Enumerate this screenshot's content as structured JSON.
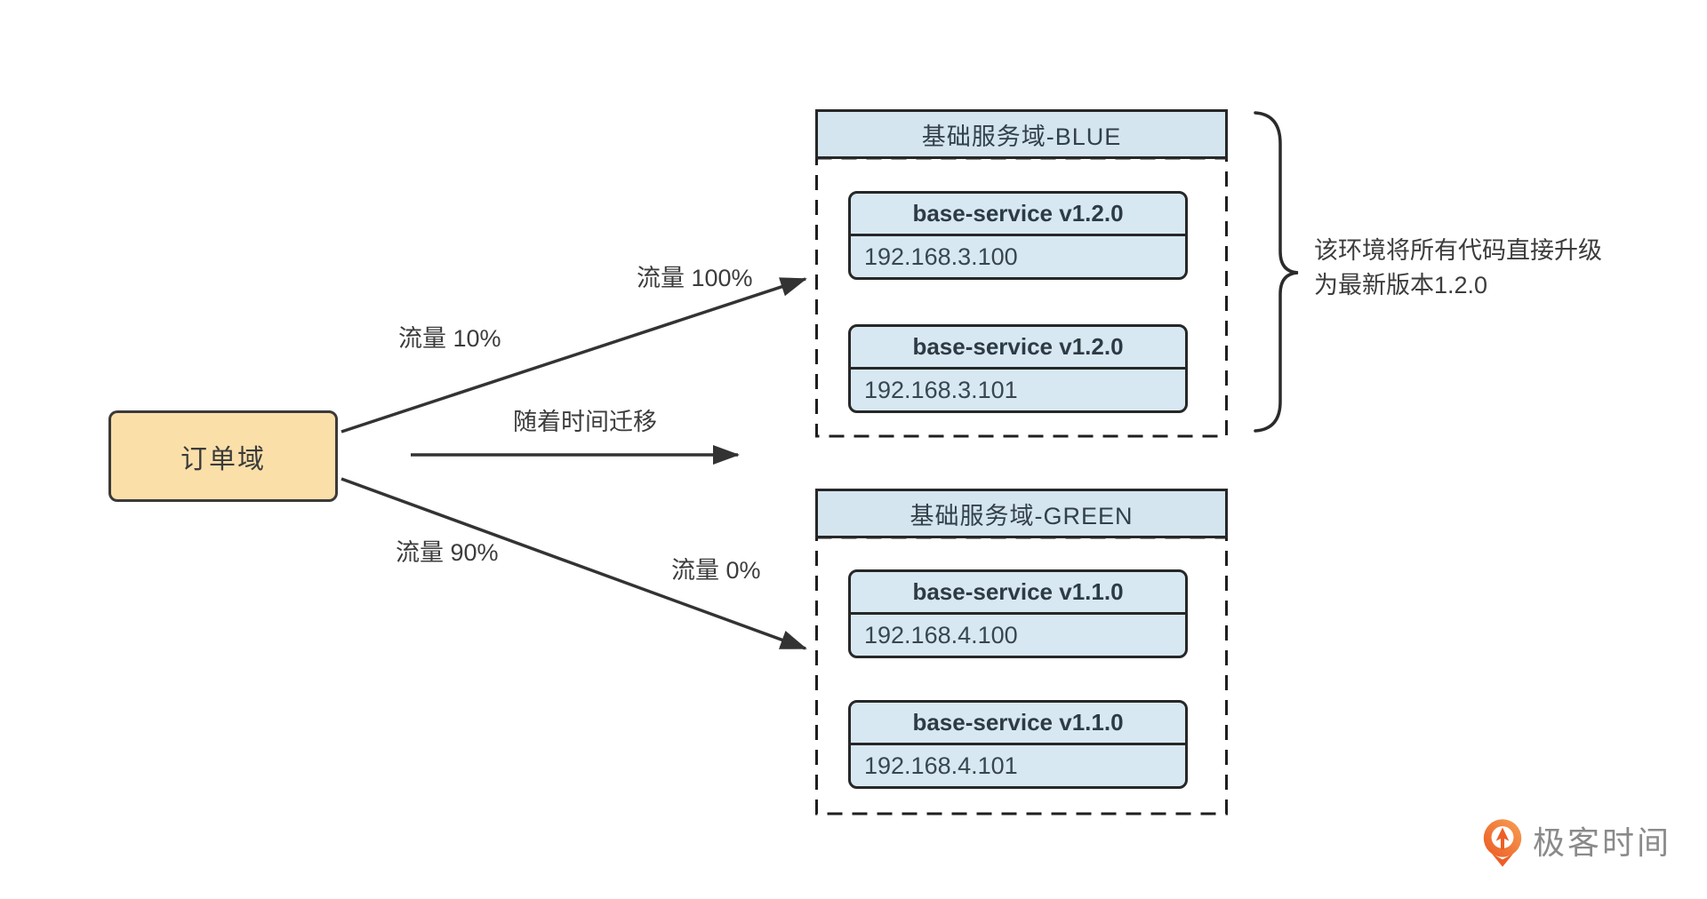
{
  "order_domain": {
    "label": "订单域"
  },
  "edge_labels": {
    "traffic_10": "流量 10%",
    "traffic_100": "流量 100%",
    "time_migration": "随着时间迁移",
    "traffic_90": "流量 90%",
    "traffic_0": "流量 0%"
  },
  "blue_domain": {
    "title": "基础服务域-BLUE",
    "services": [
      {
        "name": "base-service v1.2.0",
        "ip": "192.168.3.100"
      },
      {
        "name": "base-service v1.2.0",
        "ip": "192.168.3.101"
      }
    ]
  },
  "green_domain": {
    "title": "基础服务域-GREEN",
    "services": [
      {
        "name": "base-service v1.1.0",
        "ip": "192.168.4.100"
      },
      {
        "name": "base-service v1.1.0",
        "ip": "192.168.4.101"
      }
    ]
  },
  "annotation": {
    "line1": "该环境将所有代码直接升级",
    "line2": "为最新版本1.2.0"
  },
  "logo": {
    "icon": "geektime-pin-icon",
    "text": "极客时间"
  },
  "colors": {
    "order_box_fill": "#fbdfa9",
    "service_box_fill": "#d7e8f2",
    "domain_header_fill": "#d4e5ef",
    "line": "#333333",
    "border": "#272727",
    "logo_orange_dark": "#ee5f26",
    "logo_orange_light": "#f69b4d",
    "logo_text_gray": "#8a8a8a"
  }
}
